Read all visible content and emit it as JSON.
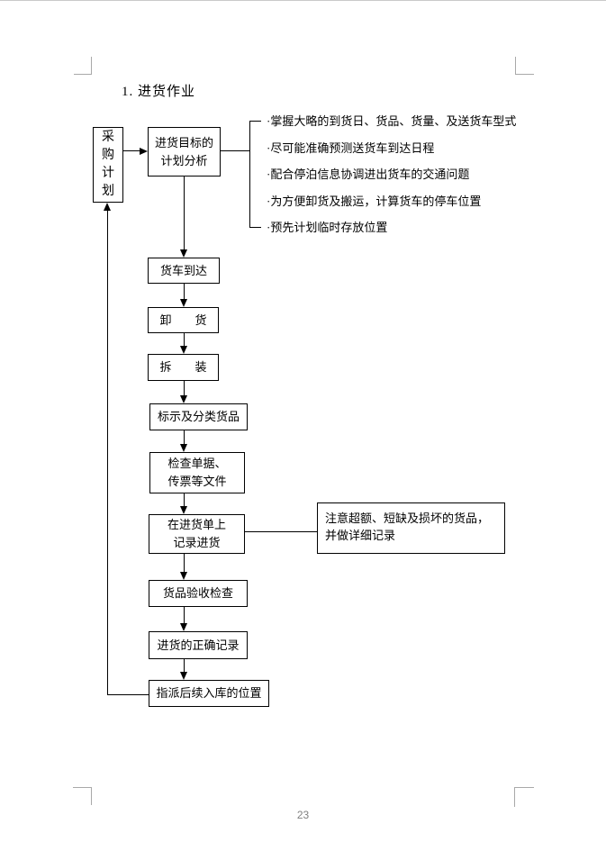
{
  "page": {
    "title": "1. 进货作业",
    "page_number": "23"
  },
  "colors": {
    "ink": "#000000",
    "boundary_mark": "#a9a9a9",
    "page_number_gray": "#808080"
  },
  "flowchart": {
    "purchase_plan": {
      "chars": [
        "采",
        "购",
        "计",
        "划"
      ]
    },
    "plan_analysis": {
      "lines": [
        "进货目标的",
        "计划分析"
      ]
    },
    "truck_arrival": {
      "label": "货车到达"
    },
    "unload": {
      "label": "卸　　货"
    },
    "disassemble": {
      "label": "拆　　装"
    },
    "mark_classify": {
      "label": "标示及分类货品"
    },
    "check_documents": {
      "lines": [
        "检查单据、",
        "传票等文件"
      ]
    },
    "record_receipt": {
      "lines": [
        "在进货单上",
        "记录进货"
      ]
    },
    "inspection": {
      "label": "货品验收检查"
    },
    "correct_record": {
      "label": "进货的正确记录"
    },
    "assign_location": {
      "label": "指派后续入库的位置"
    },
    "analysis_notes": [
      "·掌握大略的到货日、货品、货量、及送货车型式",
      "·尽可能准确预测送货车到达日程",
      "·配合停泊信息协调进出货车的交通问题",
      "·为方便卸货及搬运，计算货车的停车位置",
      "·预先计划临时存放位置"
    ],
    "side_note": {
      "lines": [
        "注意超额、短缺及损坏的货品，",
        "并做详细记录"
      ]
    }
  }
}
